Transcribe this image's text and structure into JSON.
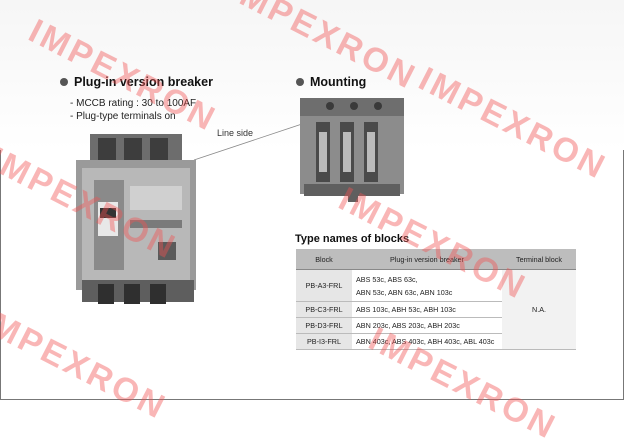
{
  "left_section": {
    "heading": "Plug-in version breaker",
    "lines": [
      "- MCCB rating : 30 to 100AF",
      "- Plug-type terminals on"
    ],
    "line_side_label": "Line side"
  },
  "right_section": {
    "heading": "Mounting"
  },
  "type_table": {
    "title": "Type names of blocks",
    "headers": [
      "Block",
      "Plug-in version breaker",
      "Terminal block"
    ],
    "rows": [
      {
        "block": "PB-A3-FRL",
        "versions": [
          "ABS 53c, ABS 63c,",
          "ABN 53c, ABN 63c, ABN 103c"
        ]
      },
      {
        "block": "PB-C3-FRL",
        "versions": [
          "ABS 103c, ABH 53c, ABH 103c"
        ]
      },
      {
        "block": "PB-D3-FRL",
        "versions": [
          "ABN 203c, ABS 203c, ABH 203c"
        ]
      },
      {
        "block": "PB-I3-FRL",
        "versions": [
          "ABN 403c, ABS 403c, ABH 403c, ABL 403c"
        ]
      }
    ],
    "terminal_block": "N.A."
  },
  "watermark": {
    "text": "IMPEXRON",
    "color": "#f05050"
  },
  "icons": [
    "bullet-icon",
    "breaker-illustration",
    "mounting-block-illustration"
  ]
}
